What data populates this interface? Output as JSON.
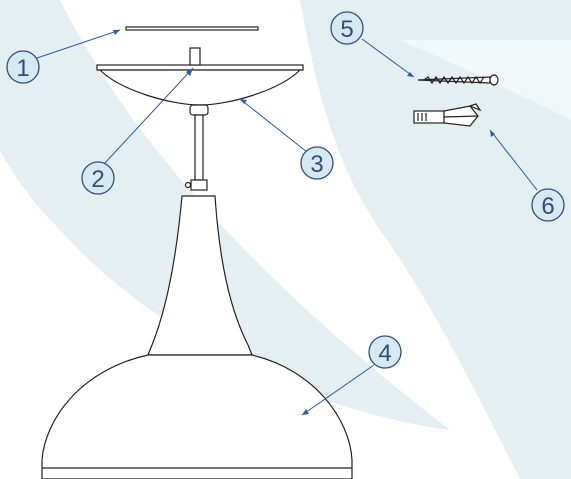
{
  "diagram": {
    "background_swoosh_color": "#e3eff2",
    "accent_color": "#2f4f7a",
    "leader_color": "#2c5aa0",
    "callouts": [
      {
        "id": "1",
        "label": "1"
      },
      {
        "id": "2",
        "label": "2"
      },
      {
        "id": "3",
        "label": "3"
      },
      {
        "id": "4",
        "label": "4"
      },
      {
        "id": "5",
        "label": "5"
      },
      {
        "id": "6",
        "label": "6"
      }
    ]
  }
}
